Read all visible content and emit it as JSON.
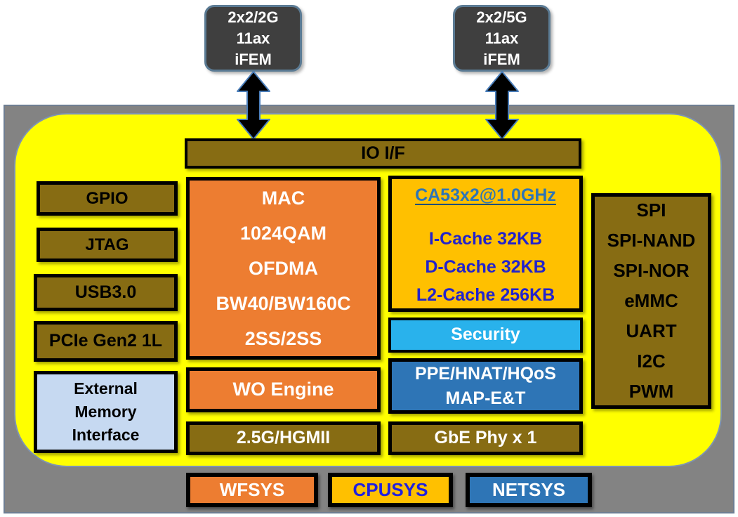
{
  "fem_modules": [
    [
      "2x2/2G",
      "11ax",
      "iFEM"
    ],
    [
      "2x2/5G",
      "11ax",
      "iFEM"
    ]
  ],
  "io_interface_label": "IO I/F",
  "left_io_blocks": [
    "GPIO",
    "JTAG",
    "USB3.0",
    "PCIe Gen2 1L"
  ],
  "external_memory_lines": [
    "External",
    "Memory",
    "Interface"
  ],
  "wfsys": {
    "mac_lines": [
      "MAC",
      "1024QAM",
      "OFDMA",
      "BW40/BW160C",
      "2SS/2SS"
    ],
    "wo_engine_label": "WO Engine",
    "eth_mac_label": "2.5G/HGMII"
  },
  "cpusys": {
    "cpu_title": "CA53x2@1.0GHz",
    "cache_lines": [
      "I-Cache 32KB",
      "D-Cache 32KB",
      "L2-Cache 256KB"
    ],
    "security_label": "Security",
    "network_engine_lines": [
      "PPE/HNAT/HQoS",
      "MAP-E&T"
    ],
    "gbe_phy_label": "GbE Phy x 1"
  },
  "peripheral_lines": [
    "SPI",
    "SPI-NAND",
    "SPI-NOR",
    "eMMC",
    "UART",
    "I2C",
    "PWM"
  ],
  "legend": [
    {
      "label": "WFSYS",
      "color": "#ED7D31",
      "text_color": "#FFFFFF"
    },
    {
      "label": "CPUSYS",
      "color": "#FFC000",
      "text_color": "#2121DF"
    },
    {
      "label": "NETSYS",
      "color": "#2E75B6",
      "text_color": "#FFFFFF"
    }
  ],
  "colors": {
    "board_gray": "#838383",
    "soc_yellow": "#FFFF00",
    "io_olive": "#876C13",
    "wfsys_orange": "#ED7D31",
    "cpusys_gold": "#FFC000",
    "netsys_blue": "#2E75B6",
    "security_cyan": "#29B2EC",
    "memory_light_blue": "#C6D9F1",
    "fem_dark_gray": "#3F3F3F",
    "cpu_link_blue": "#2E75B6",
    "cache_text_blue": "#2222CC",
    "arrow_black": "#000000"
  }
}
